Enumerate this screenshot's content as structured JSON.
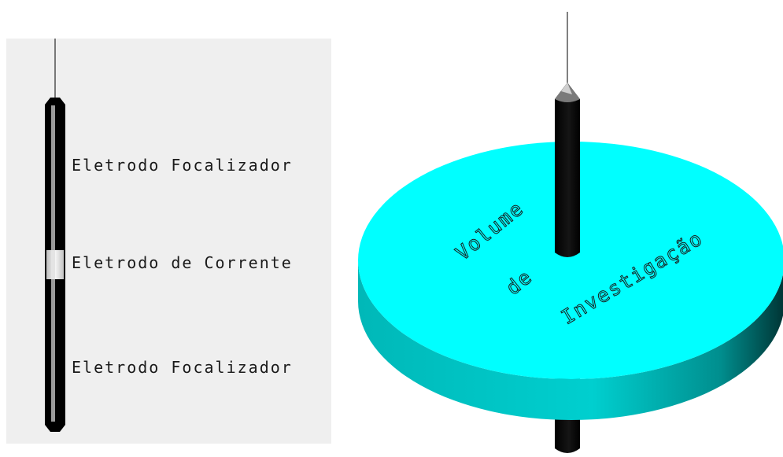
{
  "left_figure": {
    "labels": {
      "top": "Eletrodo Focalizador",
      "middle": "Eletrodo de Corrente",
      "bottom": "Eletrodo Focalizador"
    }
  },
  "right_figure": {
    "disk_text": {
      "line1": "Volume",
      "line2": "de",
      "line3": "Investigação"
    }
  },
  "colors": {
    "panel_background": "#efefef",
    "electrode_body": "#000000",
    "electrode_stripe": "#9a9a9a",
    "current_electrode": "#dcdcdc",
    "disk_top": "#00ffff",
    "disk_side": "#00c8c8"
  }
}
